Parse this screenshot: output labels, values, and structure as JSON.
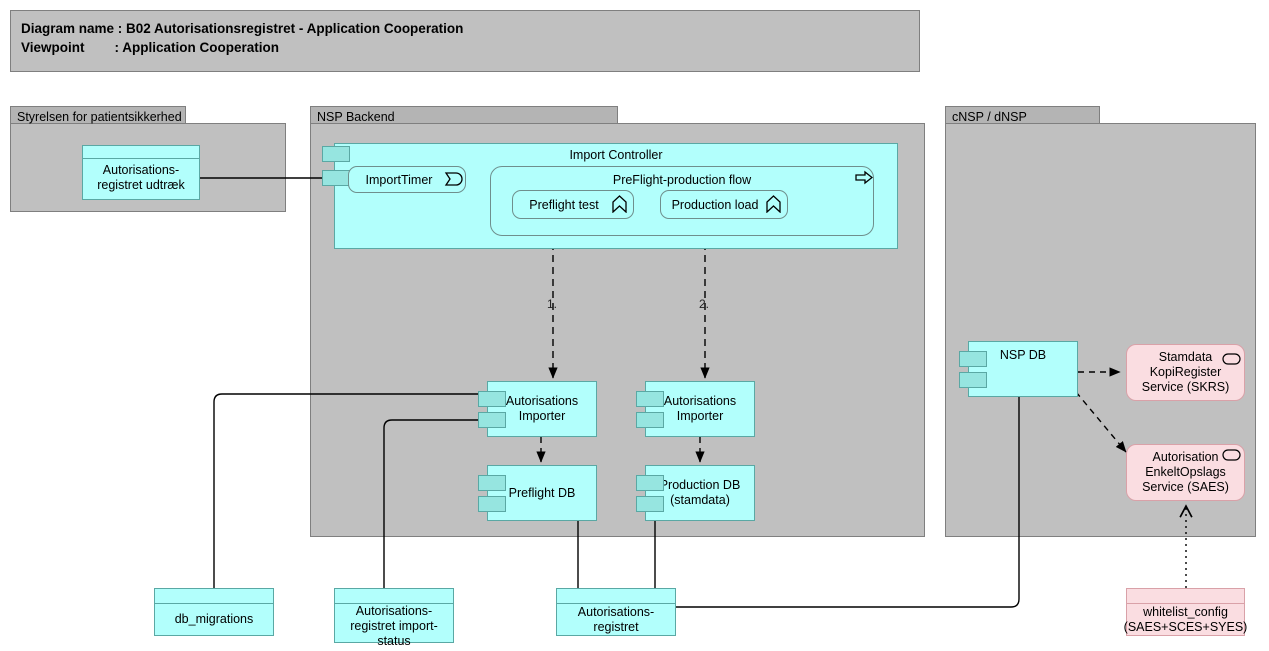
{
  "header": {
    "line1": "Diagram name : B02 Autorisationsregistret - Application Cooperation",
    "line2": "Viewpoint        : Application Cooperation"
  },
  "groups": [
    {
      "id": "styrelsen",
      "label": "Styrelsen for patientsikkerhed"
    },
    {
      "id": "nsp_backend",
      "label": "NSP Backend"
    },
    {
      "id": "cnsp_dnsp",
      "label": "cNSP / dNSP"
    }
  ],
  "components": {
    "udtraek": "Autorisations-\nregistret udtræk",
    "import_controller": "Import Controller",
    "import_timer": "ImportTimer",
    "preflight_flow": "PreFlight-production flow",
    "preflight_test": "Preflight test",
    "production_load": "Production load",
    "importer_left": "Autorisations\nImporter",
    "importer_right": "Autorisations\nImporter",
    "preflight_db": "Preflight DB",
    "production_db": "Production DB\n(stamdata)",
    "nsp_db": "NSP DB"
  },
  "services": [
    {
      "id": "skrs",
      "label": "Stamdata\nKopiRegister\nService (SKRS)"
    },
    {
      "id": "saes",
      "label": "Autorisation\nEnkeltOpslags\nService (SAES)"
    }
  ],
  "data_objects": [
    {
      "id": "db_migrations",
      "label": "db_migrations"
    },
    {
      "id": "import_status",
      "label": "Autorisations-\nregistret import-\nstatus"
    },
    {
      "id": "autorisationsregistret",
      "label": "Autorisations-\nregistret"
    },
    {
      "id": "whitelist_config",
      "label": "whitelist_config\n(SAES+SCES+SYES)"
    }
  ],
  "flow_numbers": [
    {
      "id": "step1",
      "label": "1."
    },
    {
      "id": "step2",
      "label": "2."
    }
  ],
  "icons": {
    "event": "event-icon",
    "function": "function-icon",
    "process": "process-icon",
    "service": "service-icon"
  },
  "colors": {
    "group_fill": "#c0c0c0",
    "group_tab": "#b4b4b4",
    "group_border": "#7f7f7f",
    "app_fill": "#b2fffc",
    "app_border": "#5aa8a4",
    "port_fill": "#96e5e0",
    "service_fill": "#fadde1",
    "service_border": "#d9a1a8",
    "line": "#000000"
  }
}
